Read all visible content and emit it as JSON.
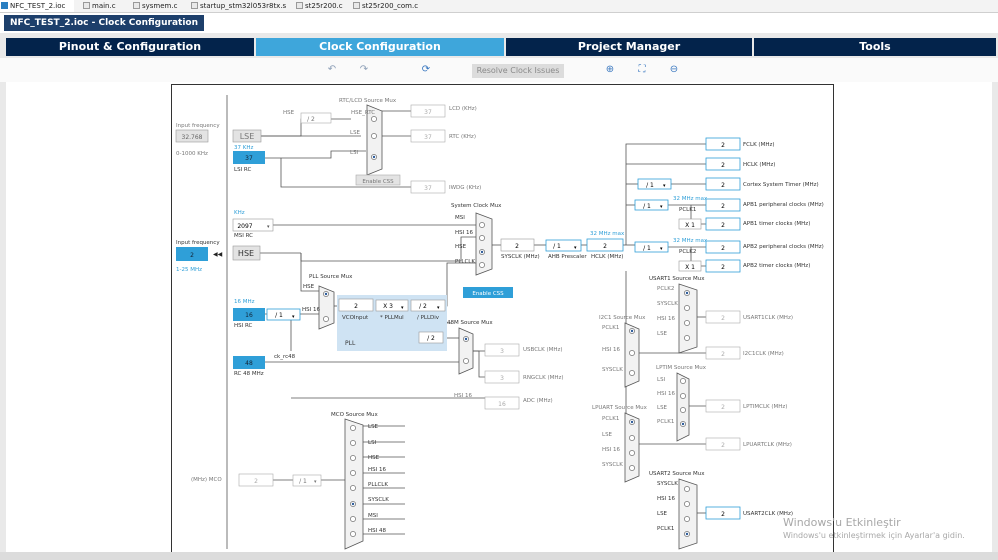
{
  "file_tabs": [
    {
      "label": "NFC_TEST_2.ioc",
      "icon": "mx-icon"
    },
    {
      "label": "main.c",
      "icon": "c-file-icon"
    },
    {
      "label": "sysmem.c",
      "icon": "c-file-icon"
    },
    {
      "label": "startup_stm32l053r8tx.s",
      "icon": "s-file-icon"
    },
    {
      "label": "st25r200.c",
      "icon": "c-file-icon"
    },
    {
      "label": "st25r200_com.c",
      "icon": "c-file-icon"
    }
  ],
  "title": "NFC_TEST_2.ioc - Clock Configuration",
  "main_tabs": [
    "Pinout & Configuration",
    "Clock Configuration",
    "Project Manager",
    "Tools"
  ],
  "toolbar": {
    "undo_icon": "undo-icon",
    "redo_icon": "redo-icon",
    "refresh_icon": "refresh-icon",
    "resolve_label": "Resolve Clock Issues",
    "zoom_in_icon": "zoom-in-icon",
    "fit_icon": "fit-screen-icon",
    "zoom_out_icon": "zoom-out-icon"
  },
  "colors": {
    "accent": "#3ea6db",
    "nav": "#03234b",
    "frequency_box": "#2f9fd8",
    "pll_area": "#cfe3f3"
  },
  "lse": {
    "input_label": "Input frequency",
    "value": "32.768",
    "range": "0-1000 KHz",
    "name": "LSE"
  },
  "lsi": {
    "value": "37",
    "unit": "37 KHz",
    "name": "LSI RC"
  },
  "msi": {
    "unit": "KHz",
    "value": "2097",
    "name": "MSI RC"
  },
  "hse": {
    "input_label": "Input frequency",
    "value": "2",
    "range": "1-25 MHz",
    "name": "HSE"
  },
  "hsi16": {
    "unit": "16 MHz",
    "value": "16",
    "name": "HSI RC"
  },
  "hsi48": {
    "value": "48",
    "name": "RC 48 MHz"
  },
  "rtc_mux": {
    "title": "RTC/LCD Source Mux",
    "hse": "HSE",
    "hse_rtc": "HSE_RTC",
    "div": "/ 2",
    "lse": "LSE",
    "lsi": "LSI",
    "css": "Enable CSS",
    "lcd_value": "37",
    "lcd_label": "LCD (KHz)",
    "rtc_value": "37",
    "rtc_label": "RTC (KHz)",
    "iwdg_value": "37",
    "iwdg_label": "IWDG (KHz)"
  },
  "sys_mux": {
    "title": "System Clock Mux",
    "msi": "MSI",
    "hsi16": "HSI 16",
    "hse": "HSE",
    "pllclk": "PLLCLK",
    "sysclk_value": "2",
    "sysclk_label": "SYSCLK (MHz)",
    "css": "Enable CSS"
  },
  "ahb": {
    "value": "/ 1",
    "label": "AHB Prescaler",
    "hclk_value": "2",
    "hclk_label": "HCLK (MHz)",
    "max": "32 MHz max"
  },
  "pll": {
    "title": "PLL Source Mux",
    "hse": "HSE",
    "hsi16": "HSI 16",
    "div": "/ 1",
    "vco_value": "2",
    "vco_label": "VCOInput",
    "mul_value": "X 3",
    "mul_label": "* PLLMul",
    "div_value": "/ 2",
    "div_label": "/ PLLDiv",
    "name": "PLL"
  },
  "mux48": {
    "title": "48M Source Mux",
    "div": "/ 2",
    "usb_value": "3",
    "usb_label": "USBCLK (MHz)",
    "rng_value": "3",
    "rng_label": "RNGCLK (MHz)",
    "ck48": "ck_rc48",
    "adc_hsi": "HSI 16",
    "adc_value": "16",
    "adc_label": "ADC (MHz)"
  },
  "outputs": [
    {
      "value": "2",
      "label": "FCLK (MHz)"
    },
    {
      "value": "2",
      "label": "HCLK (MHz)"
    },
    {
      "value": "2",
      "label": "Cortex System Timer (MHz)",
      "div": "/ 1"
    },
    {
      "value": "2",
      "label": "APB1 peripheral clocks (MHz)",
      "div": "/ 1",
      "max": "32 MHz max",
      "pclk": "PCLK1"
    },
    {
      "value": "2",
      "label": "APB1 timer clocks (MHz)",
      "mul": "X 1"
    },
    {
      "value": "2",
      "label": "APB2 peripheral clocks (MHz)",
      "div": "/ 1",
      "max": "32 MHz max",
      "pclk": "PCLK2"
    },
    {
      "value": "2",
      "label": "APB2 timer clocks (MHz)",
      "mul": "X 1"
    }
  ],
  "usart1": {
    "title": "USART1 Source Mux",
    "inputs": [
      "PCLK2",
      "SYSCLK",
      "HSI 16",
      "LSE"
    ],
    "value": "2",
    "label": "USART1CLK (MHz)"
  },
  "i2c1": {
    "title": "I2C1 Source Mux",
    "inputs": [
      "PCLK1",
      "HSI 16",
      "SYSCLK"
    ],
    "value": "2",
    "label": "I2C1CLK (MHz)"
  },
  "lptim": {
    "title": "LPTIM Source Mux",
    "inputs": [
      "LSI",
      "HSI 16",
      "LSE",
      "PCLK1"
    ],
    "value": "2",
    "label": "LPTIMCLK (MHz)"
  },
  "lpuart": {
    "title": "LPUART Source Mux",
    "inputs": [
      "PCLK1",
      "LSE",
      "HSI 16",
      "SYSCLK"
    ],
    "value": "2",
    "label": "LPUARTCLK (MHz)"
  },
  "usart2": {
    "title": "USART2 Source Mux",
    "inputs": [
      "SYSCLK",
      "HSI 16",
      "LSE",
      "PCLK1"
    ],
    "value": "2",
    "label": "USART2CLK (MHz)"
  },
  "mco": {
    "title": "MCO Source Mux",
    "inputs": [
      "LSE",
      "LSI",
      "HSE",
      "HSI 16",
      "PLLCLK",
      "SYSCLK",
      "MSI",
      "HSI 48"
    ],
    "div": "/ 1",
    "value": "2",
    "label": "(MHz) MCO"
  },
  "watermark": {
    "line1": "Windows'u Etkinleştir",
    "line2": "Windows'u etkinleştirmek için Ayarlar'a gidin."
  }
}
